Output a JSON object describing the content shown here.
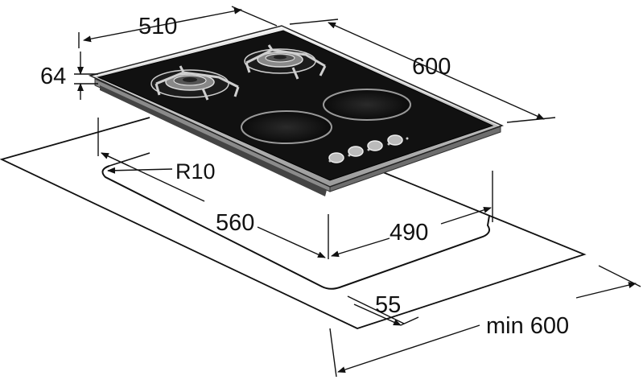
{
  "diagram": {
    "dimensions": {
      "width_top": "510",
      "depth_right": "600",
      "height": "64",
      "radius": "R10",
      "cutout_width": "560",
      "cutout_depth": "490",
      "edge_offset": "55",
      "min_clearance": "min 600"
    },
    "hob": {
      "gas_burners": 2,
      "electric_zones": 2,
      "control_knobs": 4
    }
  }
}
